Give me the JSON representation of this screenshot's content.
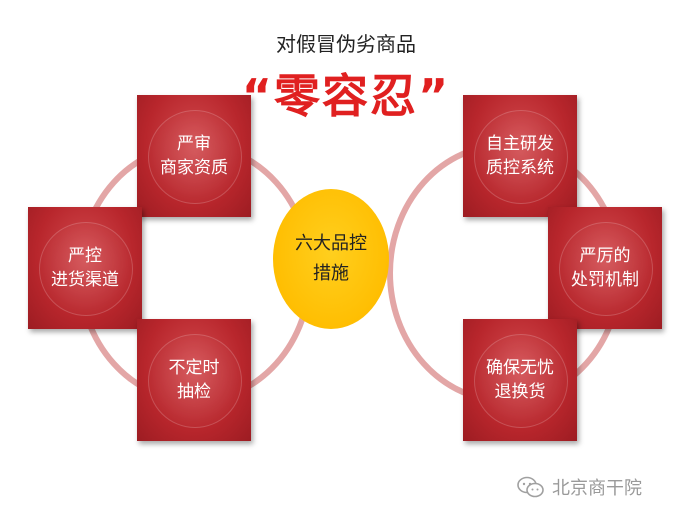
{
  "header": {
    "subtitle": "对假冒伪劣商品",
    "slogan": "“零容忍”"
  },
  "hub": {
    "lines": [
      "六大品控",
      "措施"
    ]
  },
  "measures": [
    {
      "id": "merchant-review",
      "lines": [
        "严审",
        "商家资质"
      ]
    },
    {
      "id": "channel-control",
      "lines": [
        "严控",
        "进货渠道"
      ]
    },
    {
      "id": "random-inspection",
      "lines": [
        "不定时",
        "抽检"
      ]
    },
    {
      "id": "rd-system",
      "lines": [
        "自主研发",
        "质控系统"
      ]
    },
    {
      "id": "penalty",
      "lines": [
        "严厉的",
        "处罚机制"
      ]
    },
    {
      "id": "return-guarantee",
      "lines": [
        "确保无忧",
        "退换货"
      ]
    }
  ],
  "watermark": {
    "text": "北京商干院",
    "icon": "wechat-icon"
  },
  "colors": {
    "box": "#b8262c",
    "hub": "#ffbd00",
    "ring": "#e3a6a6",
    "slogan": "#e02020"
  }
}
